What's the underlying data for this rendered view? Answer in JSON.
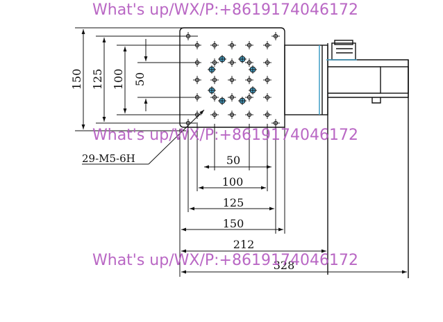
{
  "dimensions": {
    "vertical": [
      "150",
      "125",
      "100",
      "50"
    ],
    "horizontal": [
      "50",
      "100",
      "125",
      "150",
      "212",
      "328"
    ]
  },
  "callout": "29-M5-6H",
  "watermark": "What's up/WX/P:+8619174046172",
  "colors": {
    "line": "#111111",
    "accent": "#4aa3c9",
    "watermark": "#b45bc0"
  }
}
